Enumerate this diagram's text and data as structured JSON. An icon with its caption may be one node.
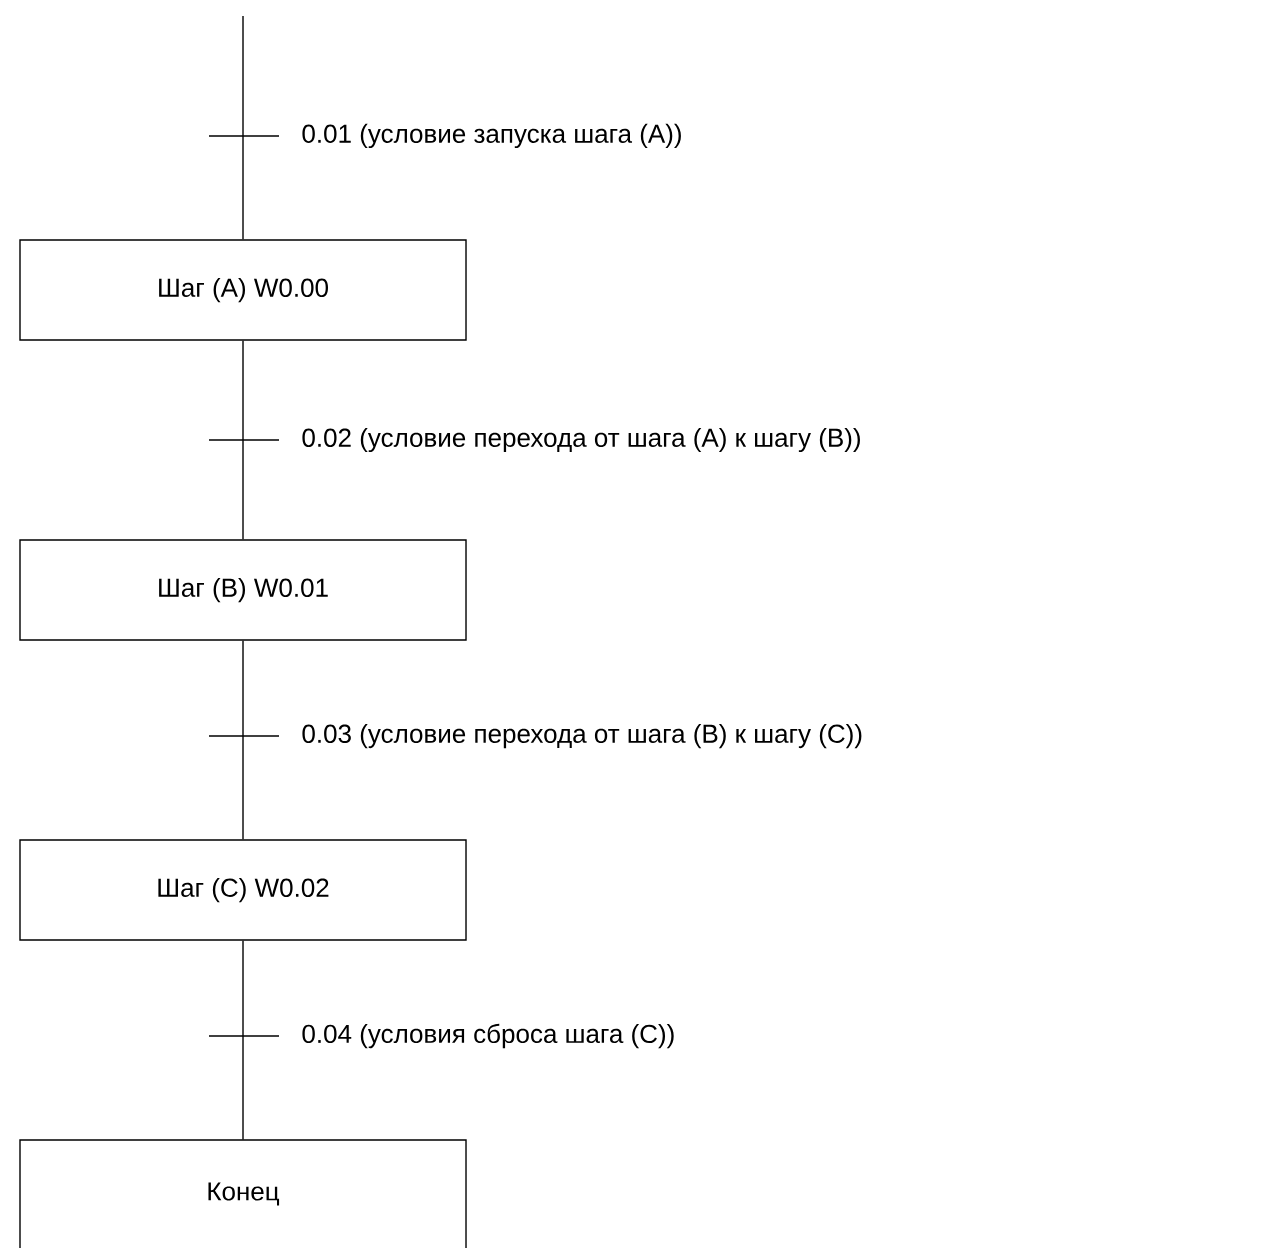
{
  "diagram": {
    "nodes": [
      {
        "text": [
          "Шаг (A) W0.00"
        ]
      },
      {
        "text": [
          "Шаг (B) W0.01"
        ]
      },
      {
        "text": [
          "Шаг (C) W0.02"
        ]
      },
      {
        "text": [
          "Конец"
        ]
      }
    ],
    "edges": [
      {
        "from": null,
        "to": 0,
        "arrow": "none",
        "label": "0.01 (условие запуска шага (A))"
      },
      {
        "from": 0,
        "to": 1,
        "arrow": "none",
        "label": "0.02 (условие перехода от шага (A) к шагу (B))"
      },
      {
        "from": 1,
        "to": 2,
        "arrow": "none",
        "label": "0.03 (условие перехода от шага (B) к шагу (C))"
      },
      {
        "from": 2,
        "to": 3,
        "arrow": "none",
        "label": "0.04 (условия сброса шага (C))"
      }
    ]
  }
}
